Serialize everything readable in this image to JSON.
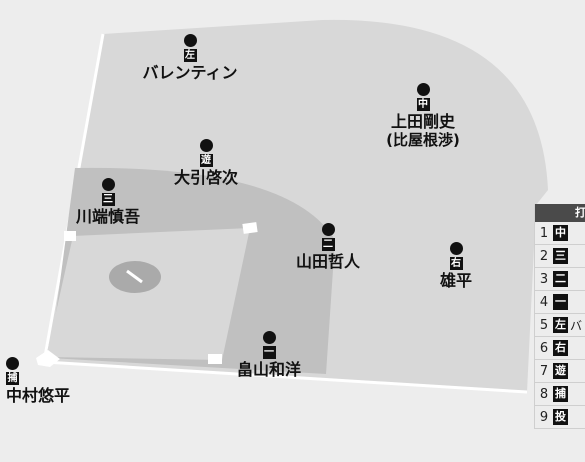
{
  "players": {
    "lf": {
      "pos": "左",
      "name": "バレンティン"
    },
    "cf": {
      "pos": "中",
      "name": "上田剛史",
      "sub": "(比屋根渉)"
    },
    "ss": {
      "pos": "遊",
      "name": "大引啓次"
    },
    "b3": {
      "pos": "三",
      "name": "川端慎吾"
    },
    "b2": {
      "pos": "二",
      "name": "山田哲人"
    },
    "rf": {
      "pos": "右",
      "name": "雄平"
    },
    "b1": {
      "pos": "一",
      "name": "畠山和洋"
    },
    "c": {
      "pos": "捕",
      "name": "中村悠平"
    }
  },
  "order": {
    "header": "打",
    "rows": [
      {
        "num": "1",
        "pos": "中",
        "rest": ""
      },
      {
        "num": "2",
        "pos": "三",
        "rest": ""
      },
      {
        "num": "3",
        "pos": "二",
        "rest": ""
      },
      {
        "num": "4",
        "pos": "一",
        "rest": ""
      },
      {
        "num": "5",
        "pos": "左",
        "rest": "バ"
      },
      {
        "num": "6",
        "pos": "右",
        "rest": ""
      },
      {
        "num": "7",
        "pos": "遊",
        "rest": ""
      },
      {
        "num": "8",
        "pos": "捕",
        "rest": ""
      },
      {
        "num": "9",
        "pos": "投",
        "rest": ""
      }
    ]
  },
  "colors": {
    "outfield": "#d8d8d8",
    "infield_dirt": "#c0c0c0",
    "background": "#ededed",
    "marker": "#111111"
  }
}
